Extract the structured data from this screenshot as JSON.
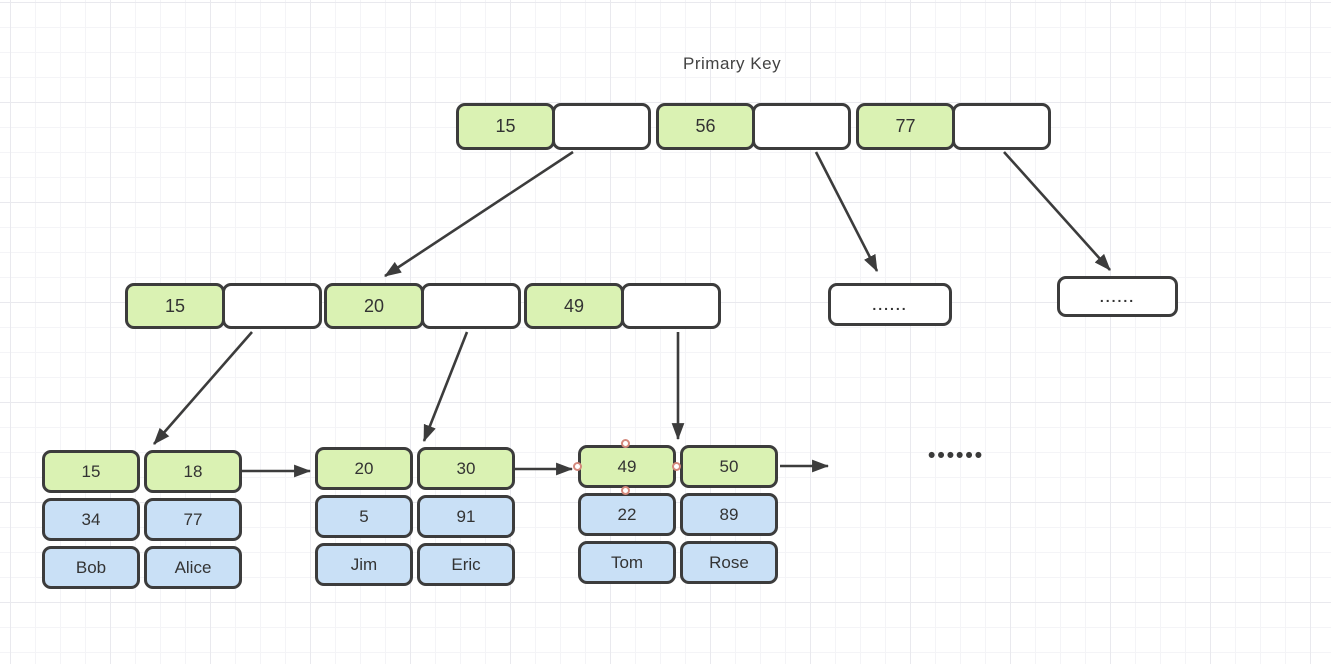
{
  "title": "Primary Key",
  "root_node": {
    "cells": [
      "15",
      "",
      "56",
      "",
      "77",
      ""
    ]
  },
  "internal_node": {
    "cells": [
      "15",
      "",
      "20",
      "",
      "49",
      ""
    ]
  },
  "placeholder_nodes": {
    "left": "......",
    "right": "......"
  },
  "leaf_groups": [
    {
      "keys": [
        "15",
        "18"
      ],
      "values": [
        "34",
        "77"
      ],
      "names": [
        "Bob",
        "Alice"
      ]
    },
    {
      "keys": [
        "20",
        "30"
      ],
      "values": [
        "5",
        "91"
      ],
      "names": [
        "Jim",
        "Eric"
      ]
    },
    {
      "keys": [
        "49",
        "50"
      ],
      "values": [
        "22",
        "89"
      ],
      "names": [
        "Tom",
        "Rose"
      ]
    }
  ],
  "leaf_ellipsis": "••••••",
  "colors": {
    "key_cell_fill": "#daf2b3",
    "record_cell_fill": "#c9e0f6",
    "node_border": "#3c3c3c",
    "arrow": "#3c3c3c",
    "handle_ring": "#d4897c"
  }
}
